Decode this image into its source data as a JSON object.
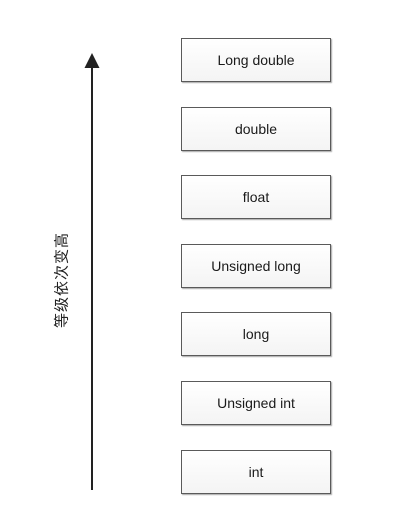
{
  "axis": {
    "label": "等级依次变高"
  },
  "types": [
    {
      "label": "Long double"
    },
    {
      "label": "double"
    },
    {
      "label": "float"
    },
    {
      "label": "Unsigned long"
    },
    {
      "label": "long"
    },
    {
      "label": "Unsigned int"
    },
    {
      "label": "int"
    }
  ],
  "colors": {
    "line": "#222222",
    "box_border": "#5a5a5a",
    "text": "#1a1a1a"
  }
}
